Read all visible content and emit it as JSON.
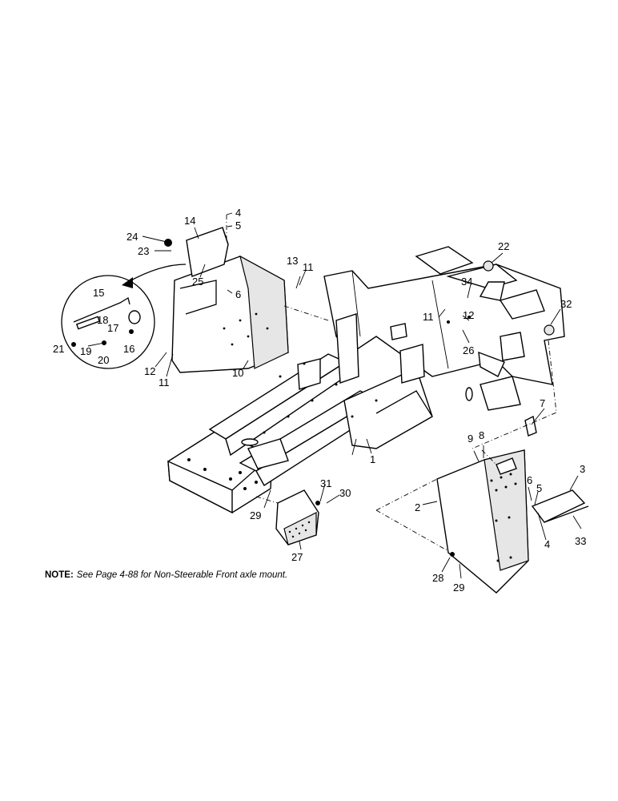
{
  "note": {
    "label": "NOTE:",
    "text": "See Page 4-88 for Non-Steerable Front axle mount."
  },
  "callouts": {
    "c1": "1",
    "c2": "2",
    "c3": "3",
    "c4a": "4",
    "c4b": "4",
    "c5a": "5",
    "c5b": "5",
    "c6a": "6",
    "c6b": "6",
    "c7": "7",
    "c8": "8",
    "c9": "9",
    "c10": "10",
    "c11a": "11",
    "c11b": "11",
    "c11c": "11",
    "c12a": "12",
    "c12b": "12",
    "c13": "13",
    "c14": "14",
    "c15": "15",
    "c16": "16",
    "c17": "17",
    "c18": "18",
    "c19": "19",
    "c20": "20",
    "c21": "21",
    "c22": "22",
    "c23": "23",
    "c24": "24",
    "c25": "25",
    "c26": "26",
    "c27": "27",
    "c28": "28",
    "c29a": "29",
    "c29b": "29",
    "c30": "30",
    "c31": "31",
    "c32": "32",
    "c33": "33",
    "c34": "34"
  }
}
